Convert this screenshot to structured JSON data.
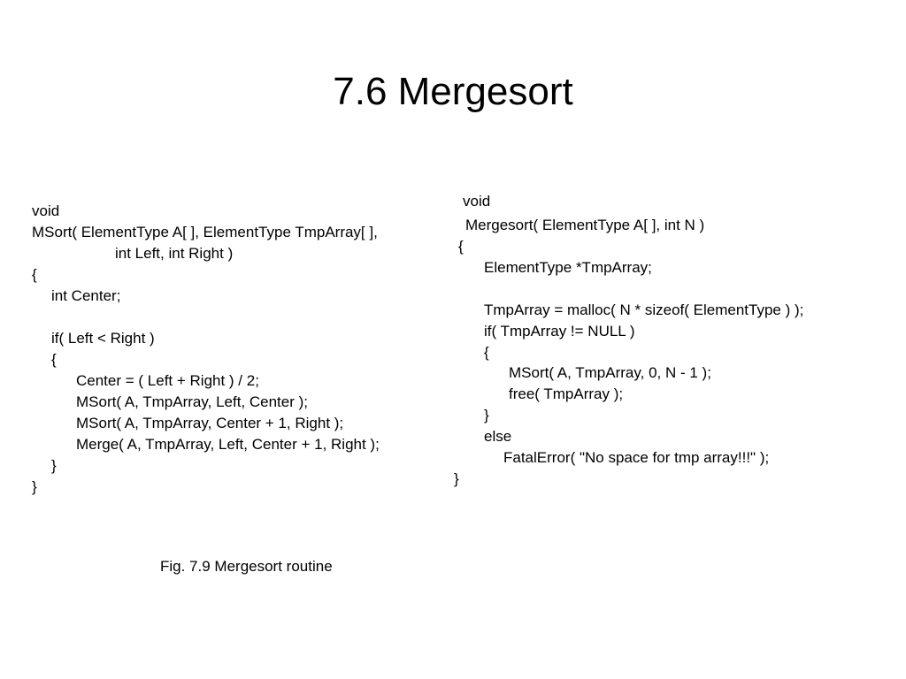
{
  "slide": {
    "title": "7.6 Mergesort",
    "caption": "Fig. 7.9 Mergesort routine"
  },
  "left_code": {
    "lines": [
      "void",
      "MSort( ElementType A[ ], ElementType TmpArray[ ],",
      "int Left, int Right )",
      "{",
      "int Center;",
      "if( Left < Right )",
      "{",
      "Center = ( Left + Right ) / 2;",
      "MSort( A, TmpArray, Left, Center );",
      "MSort( A, TmpArray, Center + 1, Right );",
      "Merge( A, TmpArray, Left, Center + 1, Right );",
      "}",
      "}"
    ]
  },
  "right_code": {
    "lines": [
      "void",
      "Mergesort( ElementType A[ ], int N )",
      "{",
      "ElementType *TmpArray;",
      "TmpArray = malloc( N * sizeof( ElementType ) );",
      "if( TmpArray != NULL )",
      "{",
      "MSort( A, TmpArray, 0, N - 1 );",
      "free( TmpArray );",
      "}",
      "else",
      "FatalError( \"No space for tmp array!!!\" );",
      "}"
    ]
  }
}
